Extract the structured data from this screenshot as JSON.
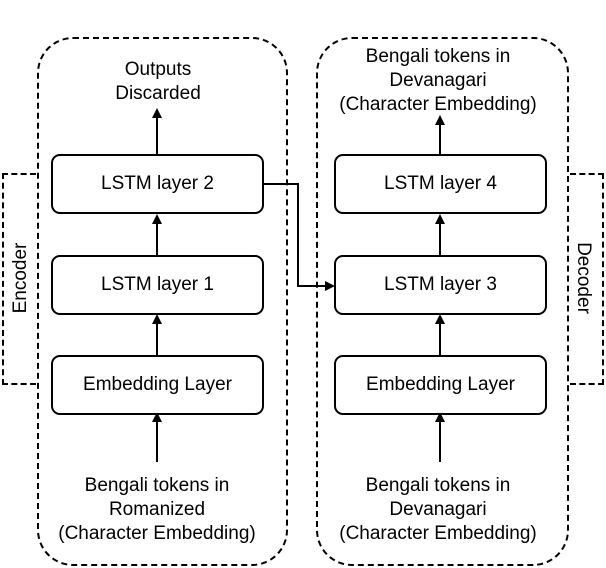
{
  "encoder": {
    "side_label": "Encoder",
    "output_text": [
      "Outputs",
      "Discarded"
    ],
    "layers": {
      "lstm2": "LSTM layer 2",
      "lstm1": "LSTM layer 1",
      "embedding": "Embedding Layer"
    },
    "input_text": [
      "Bengali tokens in",
      "Romanized",
      "(Character Embedding)"
    ]
  },
  "decoder": {
    "side_label": "Decoder",
    "output_text": [
      "Bengali tokens in",
      "Devanagari",
      "(Character Embedding)"
    ],
    "layers": {
      "lstm4": "LSTM layer 4",
      "lstm3": "LSTM layer 3",
      "embedding": "Embedding Layer"
    },
    "input_text": [
      "Bengali tokens in",
      "Devanagari",
      "(Character Embedding)"
    ]
  }
}
